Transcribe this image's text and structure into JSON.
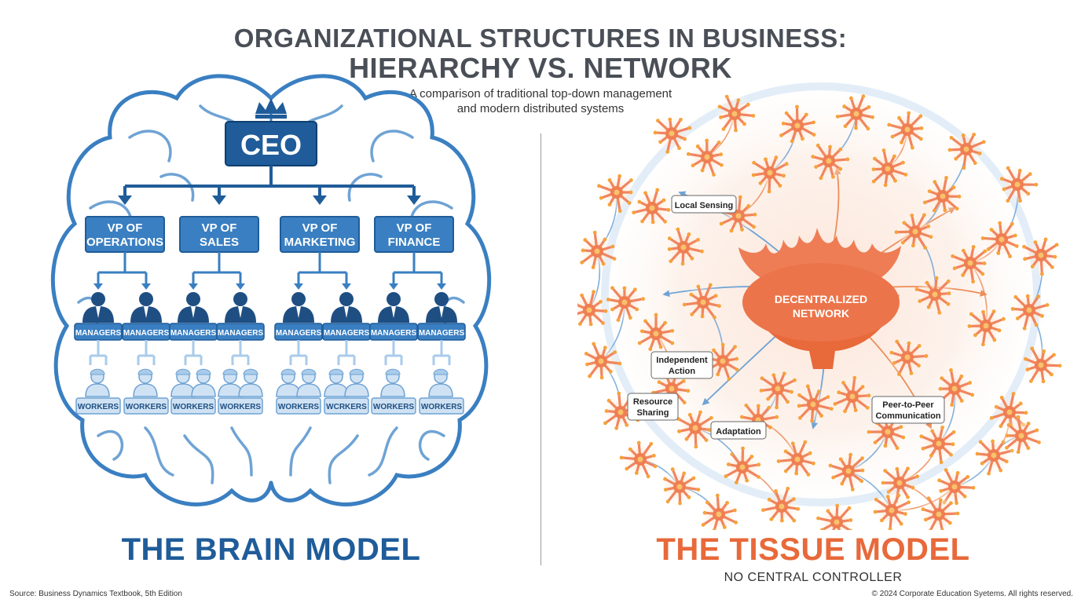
{
  "header": {
    "title_line1": "ORGANIZATIONAL STRUCTURES IN BUSINESS:",
    "title_line2": "HIERARCHY VS. NETWORK",
    "subtitle_line1": "A comparison of traditional top-down management",
    "subtitle_line2": "and modern distributed systems"
  },
  "brain": {
    "title": "THE BRAIN MODEL",
    "ceo": "CEO",
    "vps": [
      {
        "line1": "VP OF",
        "line2": "OPERATIONS"
      },
      {
        "line1": "VP OF",
        "line2": "SALES"
      },
      {
        "line1": "VP OF",
        "line2": "MARKETING"
      },
      {
        "line1": "VP OF",
        "line2": "FINANCE"
      }
    ],
    "manager_label": "MANAGERS",
    "worker_label": "WORKERS",
    "worker_labels": [
      "WORKERS",
      "WORKERS",
      "WORKERS",
      "WORKERS",
      "WORKERS",
      "WCRKERS",
      "WORKERS",
      "WORKERS"
    ],
    "colors": {
      "dark": "#1f5c99",
      "mid": "#3a7fc1",
      "light": "#a9cbea"
    }
  },
  "tissue": {
    "title": "THE TISSUE MODEL",
    "subtitle": "NO CENTRAL CONTROLLER",
    "center_line1": "DECENTRALIZED",
    "center_line2": "NETWORK",
    "callouts": {
      "local_sensing": [
        "Local Sensing"
      ],
      "independent_action": [
        "Independent",
        "Action"
      ],
      "resource_sharing": [
        "Resource",
        "Sharing"
      ],
      "adaptation": [
        "Adaptation"
      ],
      "peer_to_peer": [
        "Peer-to-Peer",
        "Communication"
      ]
    },
    "colors": {
      "cell": "#f08560",
      "core": "#e65c2e",
      "glow": "#fbd6c4",
      "arrow_blue": "#6fa3d4",
      "arrow_orange": "#f0a070"
    }
  },
  "footer": {
    "source": "Source: Business Dynamics Textbook, 5th Edition",
    "copyright": "© 2024 Corporate Education Syetems. All rights reserved."
  }
}
